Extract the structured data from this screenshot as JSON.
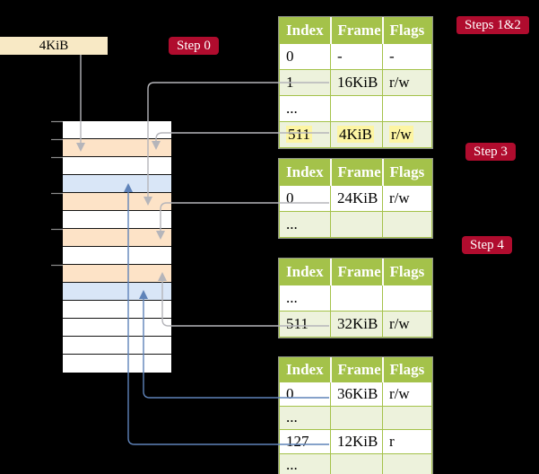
{
  "colors": {
    "background": "#000000",
    "label_red": "#b00c2e",
    "header_green": "#a4c24a",
    "row_light_green": "#edf2dc",
    "table_outer_border": "#90948a",
    "highlight_yellow": "#fdf5a3",
    "frame_pagetable_peach": "#fde3c7",
    "frame_data_blue": "#d9e6f7",
    "arrow_gray": "#b5b5ba",
    "arrow_blue": "#5f83b9",
    "legend_bg": "#f8e9c5"
  },
  "legend": {
    "label": "4KiB"
  },
  "steps": {
    "step0": "Step 0",
    "steps12": "Steps 1&2",
    "step3": "Step 3",
    "step4": "Step 4"
  },
  "memory": {
    "rows": [
      {
        "kind": "free"
      },
      {
        "kind": "page-table"
      },
      {
        "kind": "free"
      },
      {
        "kind": "data"
      },
      {
        "kind": "page-table"
      },
      {
        "kind": "free"
      },
      {
        "kind": "page-table"
      },
      {
        "kind": "free"
      },
      {
        "kind": "page-table"
      },
      {
        "kind": "data"
      },
      {
        "kind": "free"
      },
      {
        "kind": "free"
      },
      {
        "kind": "free"
      },
      {
        "kind": "free"
      }
    ]
  },
  "tables": {
    "headers": [
      "Index",
      "Frame",
      "Flags"
    ],
    "t1": {
      "rows": [
        [
          "0",
          "-",
          "-"
        ],
        [
          "1",
          "16KiB",
          "r/w"
        ],
        [
          "...",
          "",
          ""
        ],
        [
          "511",
          "4KiB",
          "r/w"
        ]
      ]
    },
    "t2": {
      "rows": [
        [
          "0",
          "24KiB",
          "r/w"
        ],
        [
          "...",
          "",
          ""
        ]
      ]
    },
    "t3": {
      "rows": [
        [
          "...",
          "",
          ""
        ],
        [
          "511",
          "32KiB",
          "r/w"
        ]
      ]
    },
    "t4": {
      "rows": [
        [
          "0",
          "36KiB",
          "r/w"
        ],
        [
          "...",
          "",
          ""
        ],
        [
          "127",
          "12KiB",
          "r"
        ],
        [
          "...",
          "",
          ""
        ]
      ]
    }
  }
}
